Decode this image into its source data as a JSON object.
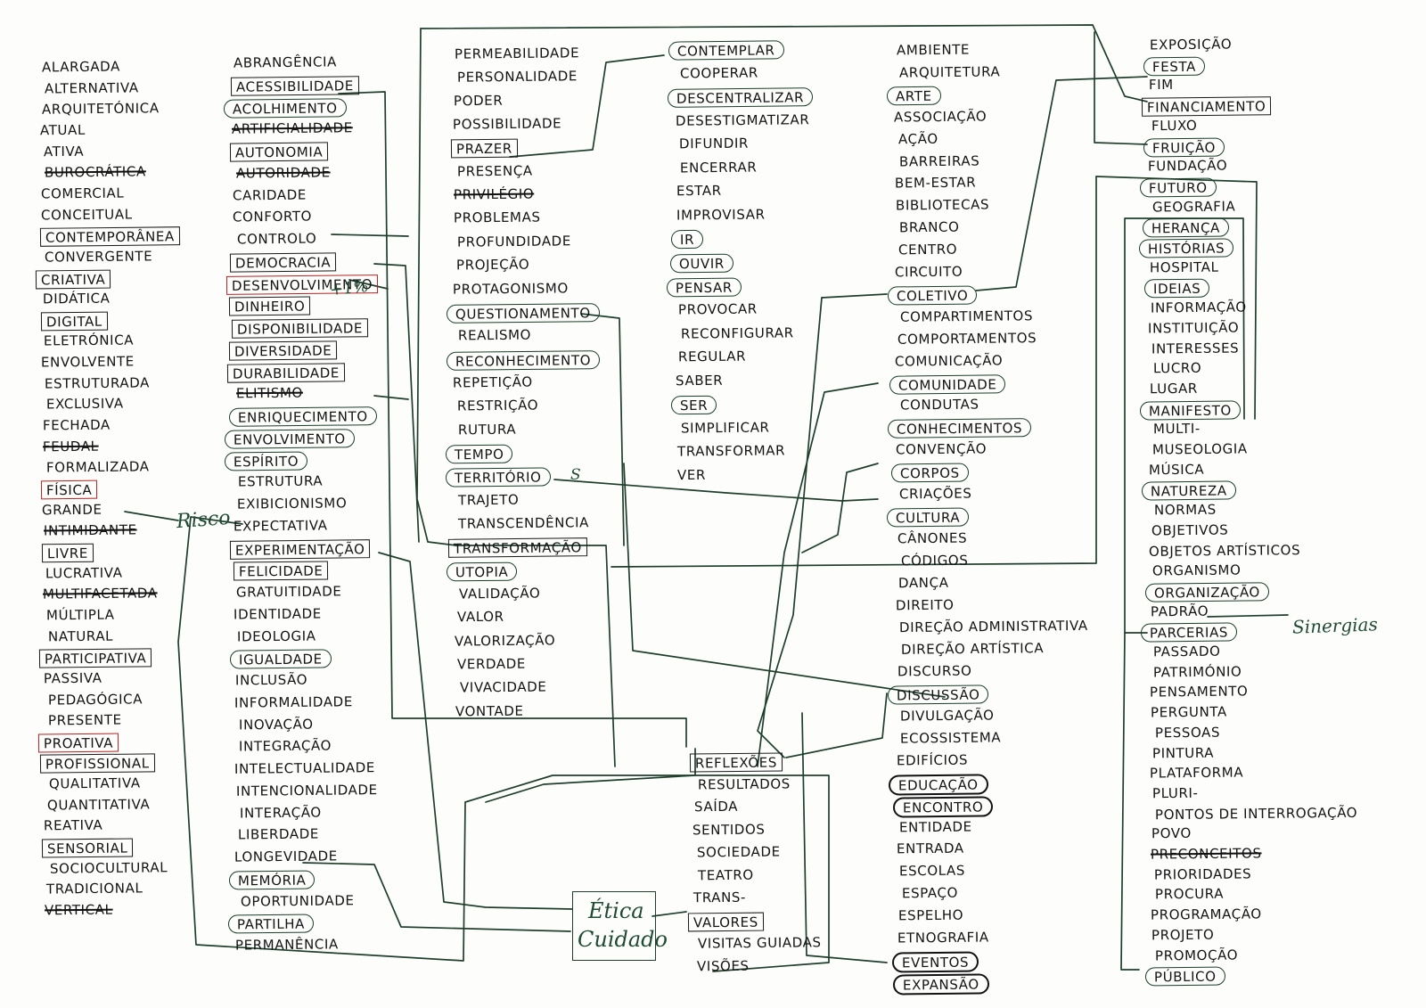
{
  "columns": [
    {
      "id": "adjectives",
      "words": [
        {
          "t": "ALARGADA"
        },
        {
          "t": "ALTERNATIVA"
        },
        {
          "t": "ARQUITETÓNICA"
        },
        {
          "t": "ATUAL"
        },
        {
          "t": "ATIVA"
        },
        {
          "t": "BUROCRÁTICA",
          "s": "struck"
        },
        {
          "t": "COMERCIAL"
        },
        {
          "t": "CONCEITUAL"
        },
        {
          "t": "CONTEMPORÂNEA",
          "s": "boxed"
        },
        {
          "t": "CONVERGENTE"
        },
        {
          "t": "CRIATIVA",
          "s": "boxed"
        },
        {
          "t": "DIDÁTICA"
        },
        {
          "t": "DIGITAL",
          "s": "boxed"
        },
        {
          "t": "ELETRÓNICA"
        },
        {
          "t": "ENVOLVENTE"
        },
        {
          "t": "ESTRUTURADA"
        },
        {
          "t": "EXCLUSIVA"
        },
        {
          "t": "FECHADA"
        },
        {
          "t": "FEUDAL",
          "s": "struck"
        },
        {
          "t": "FORMALIZADA"
        },
        {
          "t": "FÍSICA",
          "s": "red"
        },
        {
          "t": "GRANDE"
        },
        {
          "t": "INTIMIDANTE",
          "s": "struck"
        },
        {
          "t": "LIVRE",
          "s": "boxed"
        },
        {
          "t": "LUCRATIVA"
        },
        {
          "t": "MULTIFACETADA",
          "s": "struck"
        },
        {
          "t": "MÚLTIPLA"
        },
        {
          "t": "NATURAL"
        },
        {
          "t": "PARTICIPATIVA",
          "s": "boxed"
        },
        {
          "t": "PASSIVA"
        },
        {
          "t": "PEDAGÓGICA"
        },
        {
          "t": "PRESENTE"
        },
        {
          "t": "PROATIVA",
          "s": "red"
        },
        {
          "t": "PROFISSIONAL",
          "s": "boxed"
        },
        {
          "t": "QUALITATIVA"
        },
        {
          "t": "QUANTITATIVA"
        },
        {
          "t": "REATIVA"
        },
        {
          "t": "SENSORIAL",
          "s": "boxed"
        },
        {
          "t": "SOCIOCULTURAL"
        },
        {
          "t": "TRADICIONAL"
        },
        {
          "t": "VERTICAL",
          "s": "struck"
        }
      ]
    },
    {
      "id": "nouns-a",
      "words": [
        {
          "t": "ABRANGÊNCIA"
        },
        {
          "t": "ACESSIBILIDADE",
          "s": "boxed"
        },
        {
          "t": "ACOLHIMENTO",
          "s": "oval"
        },
        {
          "t": "ARTIFICIALIDADE",
          "s": "struck"
        },
        {
          "t": "AUTONOMIA",
          "s": "boxed"
        },
        {
          "t": "AUTORIDADE",
          "s": "struck"
        },
        {
          "t": "CARIDADE"
        },
        {
          "t": "CONFORTO"
        },
        {
          "t": "CONTROLO"
        },
        {
          "t": "DEMOCRACIA",
          "s": "boxed"
        },
        {
          "t": "DESENVOLVIMENTO",
          "s": "red"
        },
        {
          "t": "DINHEIRO",
          "s": "boxed"
        },
        {
          "t": "DISPONIBILIDADE",
          "s": "boxed"
        },
        {
          "t": "DIVERSIDADE",
          "s": "boxed"
        },
        {
          "t": "DURABILIDADE",
          "s": "boxed"
        },
        {
          "t": "ELITISMO",
          "s": "struck"
        },
        {
          "t": "ENRIQUECIMENTO",
          "s": "oval"
        },
        {
          "t": "ENVOLVIMENTO",
          "s": "oval"
        },
        {
          "t": "ESPÍRITO",
          "s": "oval"
        },
        {
          "t": "ESTRUTURA"
        },
        {
          "t": "EXIBICIONISMO"
        },
        {
          "t": "EXPECTATIVA"
        },
        {
          "t": "EXPERIMENTAÇÃO",
          "s": "boxed"
        },
        {
          "t": "FELICIDADE",
          "s": "boxed"
        },
        {
          "t": "GRATUITIDADE"
        },
        {
          "t": "IDENTIDADE"
        },
        {
          "t": "IDEOLOGIA"
        },
        {
          "t": "IGUALDADE",
          "s": "oval"
        },
        {
          "t": "INCLUSÃO"
        },
        {
          "t": "INFORMALIDADE"
        },
        {
          "t": "INOVAÇÃO"
        },
        {
          "t": "INTEGRAÇÃO"
        },
        {
          "t": "INTELECTUALIDADE"
        },
        {
          "t": "INTENCIONALIDADE"
        },
        {
          "t": "INTERAÇÃO"
        },
        {
          "t": "LIBERDADE"
        },
        {
          "t": "LONGEVIDADE"
        },
        {
          "t": "MEMÓRIA",
          "s": "oval"
        },
        {
          "t": "OPORTUNIDADE"
        },
        {
          "t": "PARTILHA",
          "s": "oval"
        },
        {
          "t": "PERMANÊNCIA"
        }
      ]
    },
    {
      "id": "nouns-b",
      "words": [
        {
          "t": "PERMEABILIDADE"
        },
        {
          "t": "PERSONALIDADE"
        },
        {
          "t": "PODER"
        },
        {
          "t": "POSSIBILIDADE"
        },
        {
          "t": "PRAZER",
          "s": "boxed"
        },
        {
          "t": "PRESENÇA"
        },
        {
          "t": "PRIVILÉGIO",
          "s": "struck"
        },
        {
          "t": "PROBLEMAS"
        },
        {
          "t": "PROFUNDIDADE"
        },
        {
          "t": "PROJEÇÃO"
        },
        {
          "t": "PROTAGONISMO"
        },
        {
          "t": "QUESTIONAMENTO",
          "s": "oval"
        },
        {
          "t": "REALISMO"
        },
        {
          "t": "RECONHECIMENTO",
          "s": "oval"
        },
        {
          "t": "REPETIÇÃO"
        },
        {
          "t": "RESTRIÇÃO"
        },
        {
          "t": "RUTURA"
        },
        {
          "t": "TEMPO",
          "s": "oval"
        },
        {
          "t": "TERRITÓRIO",
          "s": "oval"
        },
        {
          "t": "TRAJETO"
        },
        {
          "t": "TRANSCENDÊNCIA"
        },
        {
          "t": "TRANSFORMAÇÃO",
          "s": "boxed"
        },
        {
          "t": "UTOPIA",
          "s": "oval"
        },
        {
          "t": "VALIDAÇÃO"
        },
        {
          "t": "VALOR"
        },
        {
          "t": "VALORIZAÇÃO"
        },
        {
          "t": "VERDADE"
        },
        {
          "t": "VIVACIDADE"
        },
        {
          "t": "VONTADE"
        }
      ]
    },
    {
      "id": "verbs",
      "words": [
        {
          "t": "CONTEMPLAR",
          "s": "oval"
        },
        {
          "t": "COOPERAR"
        },
        {
          "t": "DESCENTRALIZAR",
          "s": "oval"
        },
        {
          "t": "DESESTIGMATIZAR"
        },
        {
          "t": "DIFUNDIR"
        },
        {
          "t": "ENCERRAR"
        },
        {
          "t": "ESTAR"
        },
        {
          "t": "IMPROVISAR"
        },
        {
          "t": "IR",
          "s": "oval"
        },
        {
          "t": "OUVIR",
          "s": "oval"
        },
        {
          "t": "PENSAR",
          "s": "oval"
        },
        {
          "t": "PROVOCAR"
        },
        {
          "t": "RECONFIGURAR"
        },
        {
          "t": "REGULAR"
        },
        {
          "t": "SABER"
        },
        {
          "t": "SER",
          "s": "oval"
        },
        {
          "t": "SIMPLIFICAR"
        },
        {
          "t": "TRANSFORMAR"
        },
        {
          "t": "VER"
        }
      ]
    },
    {
      "id": "nouns-c",
      "words": [
        {
          "t": "REFLEXÕES",
          "s": "boxed"
        },
        {
          "t": "RESULTADOS"
        },
        {
          "t": "SAÍDA"
        },
        {
          "t": "SENTIDOS"
        },
        {
          "t": "SOCIEDADE"
        },
        {
          "t": "TEATRO"
        },
        {
          "t": "TRANS-"
        },
        {
          "t": "VALORES",
          "s": "boxed"
        },
        {
          "t": "VISITAS GUIADAS"
        },
        {
          "t": "VISÕES"
        }
      ]
    },
    {
      "id": "nouns-d",
      "words": [
        {
          "t": "AMBIENTE"
        },
        {
          "t": "ARQUITETURA"
        },
        {
          "t": "ARTE",
          "s": "oval"
        },
        {
          "t": "ASSOCIAÇÃO"
        },
        {
          "t": "AÇÃO"
        },
        {
          "t": "BARREIRAS"
        },
        {
          "t": "BEM-ESTAR"
        },
        {
          "t": "BIBLIOTECAS"
        },
        {
          "t": "BRANCO"
        },
        {
          "t": "CENTRO"
        },
        {
          "t": "CIRCUITO"
        },
        {
          "t": "COLETIVO",
          "s": "oval"
        },
        {
          "t": "COMPARTIMENTOS"
        },
        {
          "t": "COMPORTAMENTOS"
        },
        {
          "t": "COMUNICAÇÃO"
        },
        {
          "t": "COMUNIDADE",
          "s": "oval"
        },
        {
          "t": "CONDUTAS"
        },
        {
          "t": "CONHECIMENTOS",
          "s": "oval"
        },
        {
          "t": "CONVENÇÃO"
        },
        {
          "t": "CORPOS",
          "s": "oval"
        },
        {
          "t": "CRIAÇÕES"
        },
        {
          "t": "CULTURA",
          "s": "oval"
        },
        {
          "t": "CÂNONES"
        },
        {
          "t": "CÓDIGOS"
        },
        {
          "t": "DANÇA"
        },
        {
          "t": "DIREITO"
        },
        {
          "t": "DIREÇÃO ADMINISTRATIVA"
        },
        {
          "t": "DIREÇÃO ARTÍSTICA"
        },
        {
          "t": "DISCURSO"
        },
        {
          "t": "DISCUSSÃO",
          "s": "oval"
        },
        {
          "t": "DIVULGAÇÃO"
        },
        {
          "t": "ECOSSISTEMA"
        },
        {
          "t": "EDIFÍCIOS"
        },
        {
          "t": "EDUCAÇÃO",
          "s": "ovalk"
        },
        {
          "t": "ENCONTRO",
          "s": "ovalk"
        },
        {
          "t": "ENTIDADE"
        },
        {
          "t": "ENTRADA"
        },
        {
          "t": "ESCOLAS"
        },
        {
          "t": "ESPAÇO"
        },
        {
          "t": "ESPELHO"
        },
        {
          "t": "ETNOGRAFIA"
        },
        {
          "t": "EVENTOS",
          "s": "ovalk"
        },
        {
          "t": "EXPANSÃO",
          "s": "ovalk"
        }
      ]
    },
    {
      "id": "nouns-e",
      "words": [
        {
          "t": "EXPOSIÇÃO"
        },
        {
          "t": "FESTA",
          "s": "oval"
        },
        {
          "t": "FIM"
        },
        {
          "t": "FINANCIAMENTO",
          "s": "boxed"
        },
        {
          "t": "FLUXO"
        },
        {
          "t": "FRUIÇÃO",
          "s": "oval"
        },
        {
          "t": "FUNDAÇÃO"
        },
        {
          "t": "FUTURO",
          "s": "oval"
        },
        {
          "t": "GEOGRAFIA"
        },
        {
          "t": "HERANÇA",
          "s": "oval"
        },
        {
          "t": "HISTÓRIAS",
          "s": "oval"
        },
        {
          "t": "HOSPITAL"
        },
        {
          "t": "IDEIAS",
          "s": "oval"
        },
        {
          "t": "INFORMAÇÃO"
        },
        {
          "t": "INSTITUIÇÃO"
        },
        {
          "t": "INTERESSES"
        },
        {
          "t": "LUCRO"
        },
        {
          "t": "LUGAR"
        },
        {
          "t": "MANIFESTO",
          "s": "oval"
        },
        {
          "t": "MULTI-"
        },
        {
          "t": "MUSEOLOGIA"
        },
        {
          "t": "MÚSICA"
        },
        {
          "t": "NATUREZA",
          "s": "oval"
        },
        {
          "t": "NORMAS"
        },
        {
          "t": "OBJETIVOS"
        },
        {
          "t": "OBJETOS ARTÍSTICOS"
        },
        {
          "t": "ORGANISMO"
        },
        {
          "t": "ORGANIZAÇÃO",
          "s": "oval"
        },
        {
          "t": "PADRÃO"
        },
        {
          "t": "PARCERIAS",
          "s": "oval"
        },
        {
          "t": "PASSADO"
        },
        {
          "t": "PATRIMÓNIO"
        },
        {
          "t": "PENSAMENTO"
        },
        {
          "t": "PERGUNTA"
        },
        {
          "t": "PESSOAS"
        },
        {
          "t": "PINTURA"
        },
        {
          "t": "PLATAFORMA"
        },
        {
          "t": "PLURI-"
        },
        {
          "t": "PONTOS DE INTERROGAÇÃO"
        },
        {
          "t": "POVO"
        },
        {
          "t": "PRECONCEITOS",
          "s": "struck"
        },
        {
          "t": "PRIORIDADES"
        },
        {
          "t": "PROCURA"
        },
        {
          "t": "PROGRAMAÇÃO"
        },
        {
          "t": "PROJETO"
        },
        {
          "t": "PROMOÇÃO"
        },
        {
          "t": "PÚBLICO",
          "s": "oval"
        }
      ]
    }
  ],
  "annotations": {
    "risco": "Risco",
    "plus_one": "+1%",
    "s_mark": "S",
    "sinergias": "Sinergias",
    "etica": "Ética",
    "cuidado": "Cuidado"
  },
  "colors": {
    "link": "#1f3f2c",
    "ink": "#141414",
    "red_box": "#b42222",
    "paper": "#fdfdfc"
  }
}
